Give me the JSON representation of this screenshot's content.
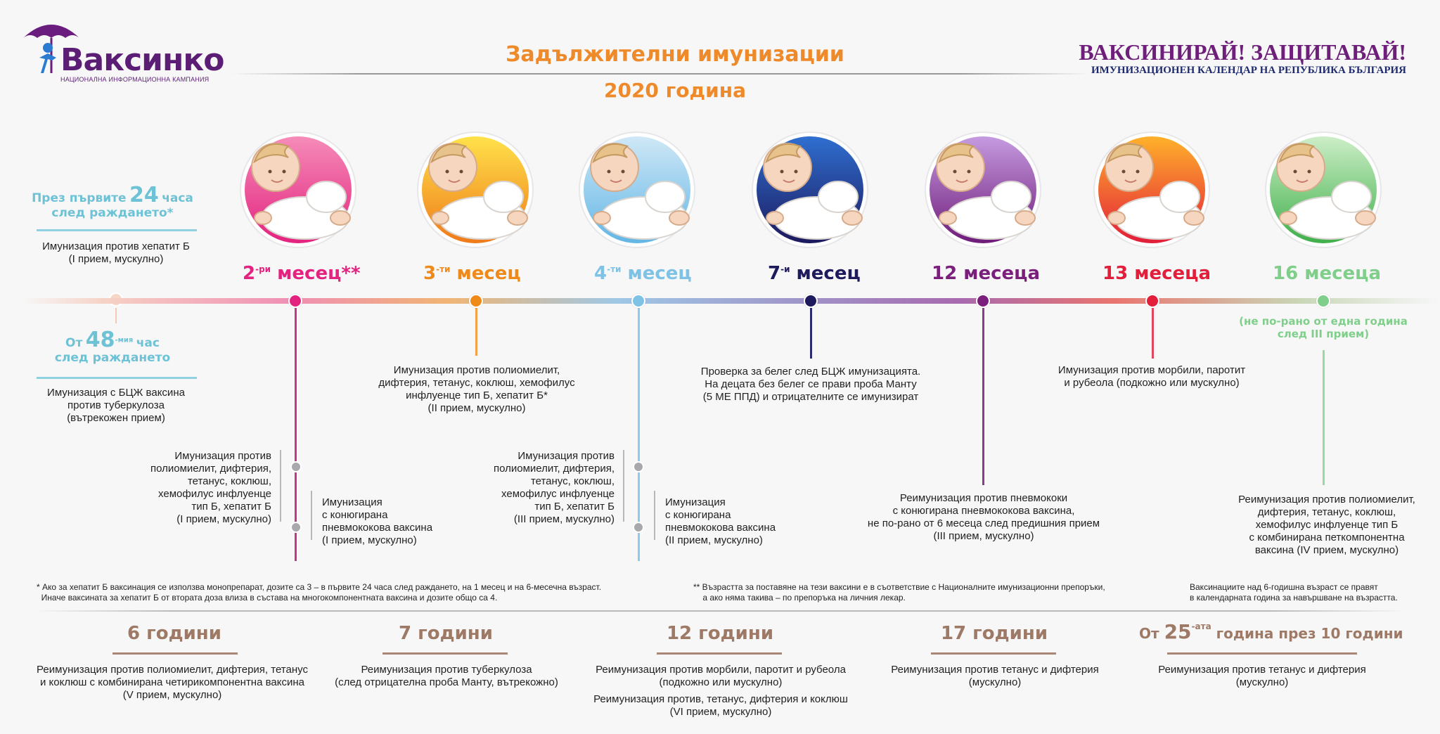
{
  "header": {
    "logo_text": "Ваксинко",
    "logo_sub": "НАЦИОНАЛНА ИНФОРМАЦИОННА КАМПАНИЯ",
    "title": "Задължителни имунизации",
    "subtitle": "2020 година",
    "slogan": "ВАКСИНИРАЙ! ЗАЩИТАВАЙ!",
    "slogan_sub": "ИМУНИЗАЦИОНЕН КАЛЕНДАР НА РЕПУБЛИКА БЪЛГАРИЯ"
  },
  "colors": {
    "month2": "#e3237f",
    "month3": "#ef8a1a",
    "month4": "#7ec2e6",
    "month7": "#1d1a5e",
    "month12": "#7b1f7c",
    "month13": "#e21e3a",
    "month16": "#7fcf8a",
    "teal": "#6ec2d6",
    "brown": "#9e7a66"
  },
  "birth": {
    "first24_prefix": "През първите",
    "first24_num": "24",
    "first24_suffix": "часа",
    "first24_line2": "след раждането*",
    "first24_text1": "Имунизация против хепатит Б",
    "first24_text2": "(I прием, мускулно)",
    "from48_prefix": "От",
    "from48_num": "48",
    "from48_sup": "-мия",
    "from48_suffix": "час",
    "from48_line2": "след раждането",
    "from48_text1": "Имунизация с БЦЖ ваксина",
    "from48_text2": "против туберкулоза",
    "from48_text3": "(вътрекожен прием)"
  },
  "months": {
    "m2": {
      "num": "2",
      "sup": "-ри",
      "word": "месец**"
    },
    "m3": {
      "num": "3",
      "sup": "-ти",
      "word": "месец"
    },
    "m4": {
      "num": "4",
      "sup": "-ти",
      "word": "месец"
    },
    "m7": {
      "num": "7",
      "sup": "-и",
      "word": "месец"
    },
    "m12": {
      "num": "12",
      "word": "месеца"
    },
    "m13": {
      "num": "13",
      "word": "месеца"
    },
    "m16": {
      "num": "16",
      "word": "месеца"
    }
  },
  "texts": {
    "m2_a": [
      "Имунизация против",
      "полиомиелит, дифтерия,",
      "тетанус, коклюш,",
      "хемофилус инфлуенце",
      "тип Б, хепатит Б",
      "(I прием, мускулно)"
    ],
    "m2_b": [
      "Имунизация",
      "с конюгирана",
      "пневмококова ваксина",
      "(I прием, мускулно)"
    ],
    "m3": [
      "Имунизация против полиомиелит,",
      "дифтерия, тетанус, коклюш, хемофилус",
      "инфлуенце тип Б, хепатит Б*",
      "(II прием, мускулно)"
    ],
    "m4_a": [
      "Имунизация против",
      "полиомиелит, дифтерия,",
      "тетанус, коклюш,",
      "хемофилус инфлуенце",
      "тип Б, хепатит Б",
      "(III прием, мускулно)"
    ],
    "m4_b": [
      "Имунизация",
      "с конюгирана",
      "пневмококова ваксина",
      "(II прием, мускулно)"
    ],
    "m7": [
      "Проверка за белег след БЦЖ имунизацията.",
      "На децата без белег се прави проба Манту",
      "(5 МЕ ППД) и отрицателните се имунизират"
    ],
    "m12": [
      "Реимунизация против пневмококи",
      "с конюгирана пневмококова ваксина,",
      "не по-рано от 6 месеца след предишния прием",
      "(III прием, мускулно)"
    ],
    "m13": [
      "Имунизация против морбили, паротит",
      "и рубеола (подкожно или мускулно)"
    ],
    "m16_note": [
      "(не по-рано от една година",
      "след III прием)"
    ],
    "m16": [
      "Реимунизация против полиомиелит,",
      "дифтерия, тетанус, коклюш,",
      "хемофилус инфлуенце тип Б",
      "с комбинирана петкомпонентна",
      "ваксина (IV прием, мускулно)"
    ]
  },
  "footnotes": {
    "left": [
      "* Ако за хепатит Б ваксинация се използва монопрепарат, дозите са 3 – в първите 24 часа след раждането, на 1 месец и на 6-месечна възраст.",
      "  Иначе ваксината за хепатит Б от втората доза влиза в състава на многокомпонентната ваксина и дозите общо са 4."
    ],
    "middle": [
      "** Възрастта за поставяне на тези ваксини е в съответствие с Националните имунизационни препоръки,",
      "    а ако няма такива – по препоръка на личния лекар."
    ],
    "right": [
      "Ваксинациите над 6-годишна възраст се правят",
      "в календарната година за навършване на възрастта."
    ]
  },
  "ages": {
    "a6": {
      "title": "6 години",
      "text": [
        "Реимунизация против полиомиелит, дифтерия, тетанус",
        "и коклюш с комбинирана четирикомпонентна ваксина",
        "(V прием, мускулно)"
      ]
    },
    "a7": {
      "title": "7 години",
      "text": [
        "Реимунизация против туберкулоза",
        "(след отрицателна проба Манту, вътрекожно)"
      ]
    },
    "a12": {
      "title": "12 години",
      "text": [
        "Реимунизация против морбили, паротит и рубеола",
        "(подкожно или мускулно)"
      ],
      "text2": [
        "Реимунизация против, тетанус, дифтерия и коклюш",
        "(VI прием, мускулно)"
      ]
    },
    "a17": {
      "title": "17 години",
      "text": [
        "Реимунизация против тетанус и дифтерия",
        "(мускулно)"
      ]
    },
    "a25": {
      "prefix": "От",
      "num": "25",
      "sup": "-ата",
      "suffix": "година през 10 години",
      "text": [
        "Реимунизация против тетанус и дифтерия",
        "(мускулно)"
      ]
    }
  }
}
